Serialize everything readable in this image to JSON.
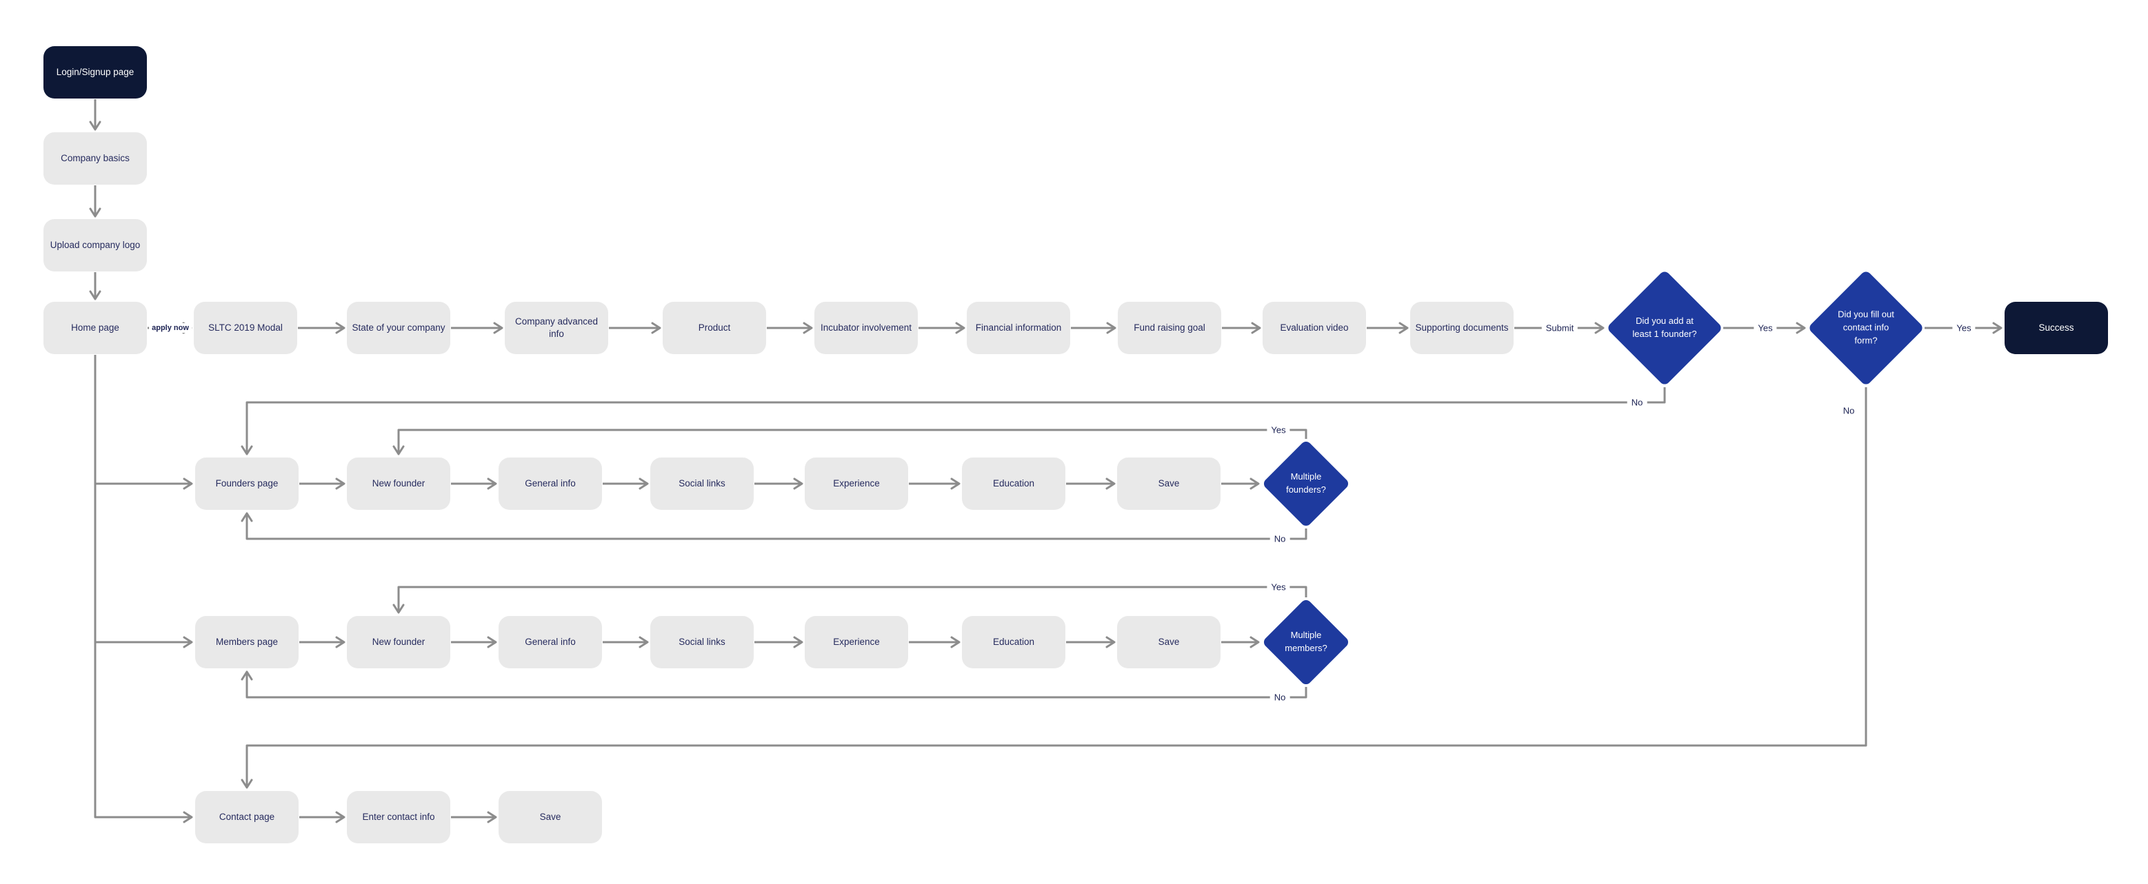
{
  "diagram": {
    "type": "flowchart",
    "colors": {
      "dark_node": "#0d1836",
      "decision_blue": "#1e3a9e",
      "gray_node": "#e9e9e9",
      "node_text": "#262b5e",
      "connector_gray": "#8c8c8c",
      "white_text": "#ffffff"
    }
  },
  "nodes": {
    "login": {
      "label": "Login/Signup page"
    },
    "company_basics": {
      "label": "Company basics"
    },
    "upload_logo": {
      "label": "Upload company logo"
    },
    "home": {
      "label": "Home page"
    },
    "sltc_modal": {
      "label": "SLTC 2019 Modal"
    },
    "state_company": {
      "label": "State of your company"
    },
    "company_advanced": {
      "label": "Company advanced info"
    },
    "product": {
      "label": "Product"
    },
    "incubator": {
      "label": "Incubator involvement"
    },
    "financial": {
      "label": "Financial information"
    },
    "fund_raising": {
      "label": "Fund raising goal"
    },
    "evaluation_video": {
      "label": "Evaluation video"
    },
    "supporting_documents": {
      "label": "Supporting documents"
    },
    "decision_founder_added": {
      "label": "Did you add at least 1 founder?"
    },
    "decision_contact_form": {
      "label": "Did you fill out contact info form?"
    },
    "success": {
      "label": "Success"
    },
    "founders_page": {
      "label": "Founders page"
    },
    "founders_new_founder": {
      "label": "New founder"
    },
    "founders_general_info": {
      "label": "General info"
    },
    "founders_social_links": {
      "label": "Social links"
    },
    "founders_experience": {
      "label": "Experience"
    },
    "founders_education": {
      "label": "Education"
    },
    "founders_save": {
      "label": "Save"
    },
    "decision_multiple_founders": {
      "label": "Multiple founders?"
    },
    "members_page": {
      "label": "Members page"
    },
    "members_new_founder": {
      "label": "New founder"
    },
    "members_general_info": {
      "label": "General info"
    },
    "members_social_links": {
      "label": "Social links"
    },
    "members_experience": {
      "label": "Experience"
    },
    "members_education": {
      "label": "Education"
    },
    "members_save": {
      "label": "Save"
    },
    "decision_multiple_members": {
      "label": "Multiple members?"
    },
    "contact_page": {
      "label": "Contact page"
    },
    "enter_contact_info": {
      "label": "Enter contact info"
    },
    "contact_save": {
      "label": "Save"
    }
  },
  "edge_labels": {
    "apply_now": "apply now",
    "submit": "Submit",
    "yes": "Yes",
    "no": "No"
  }
}
